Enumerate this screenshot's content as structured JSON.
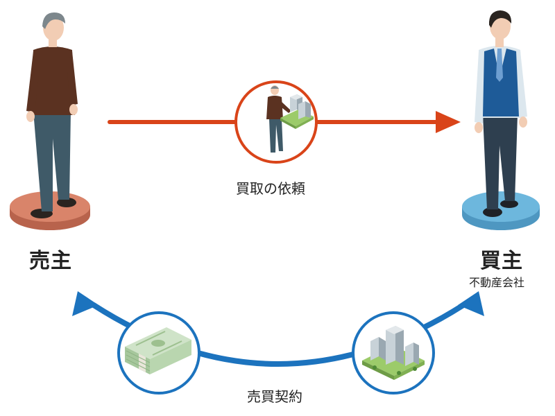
{
  "seller": {
    "label": "売主"
  },
  "buyer": {
    "label": "買主",
    "sublabel": "不動産会社"
  },
  "top_flow": {
    "label": "買取の依頼"
  },
  "bottom_flow": {
    "label": "売買契約"
  },
  "icons": {
    "seller_figure": "person-seller-icon",
    "buyer_figure": "person-buyer-icon",
    "request_badge": "person-with-building-icon",
    "money_badge": "money-stack-icon",
    "property_badge": "buildings-icon"
  },
  "colors": {
    "red_arrow": "#D94419",
    "blue_arrow": "#1C73BE",
    "seller_base": "#D9846A",
    "buyer_base": "#6DB7DD"
  }
}
